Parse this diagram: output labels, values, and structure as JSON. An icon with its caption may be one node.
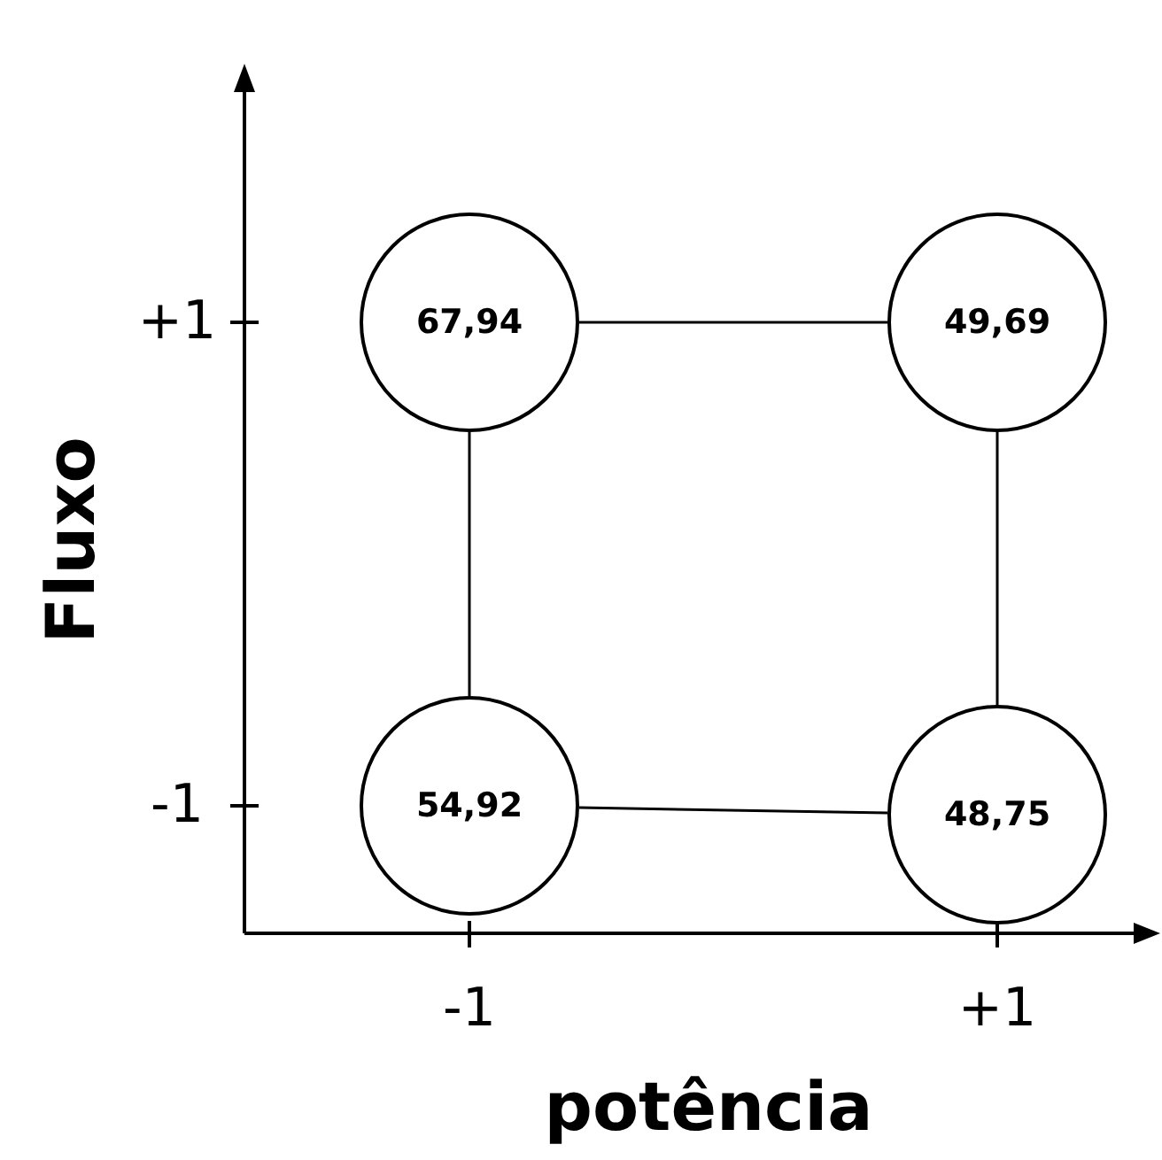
{
  "diagram": {
    "nodes": [
      {
        "text": [
          "67,94"
        ]
      },
      {
        "text": [
          "49,69"
        ]
      },
      {
        "text": [
          "54,92"
        ]
      },
      {
        "text": [
          "48,75"
        ]
      }
    ],
    "edges": [
      {
        "from": 0,
        "to": 1,
        "arrow": "none"
      },
      {
        "from": 0,
        "to": 2,
        "arrow": "none"
      },
      {
        "from": 1,
        "to": 3,
        "arrow": "none"
      },
      {
        "from": 2,
        "to": 3,
        "arrow": "none"
      }
    ],
    "labels": [
      "+1",
      "-1",
      "-1",
      "+1",
      "Fluxo",
      "potência"
    ]
  }
}
